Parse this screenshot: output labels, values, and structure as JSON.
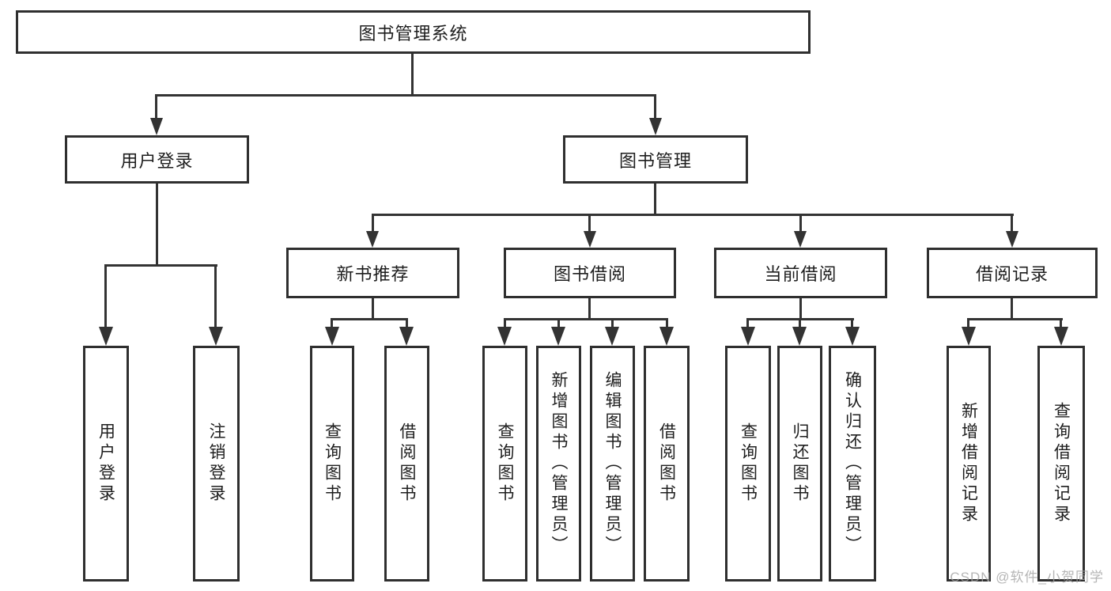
{
  "diagram": {
    "root": {
      "label": "图书管理系统"
    },
    "level2": {
      "user_login": {
        "label": "用户登录"
      },
      "book_mgmt": {
        "label": "图书管理"
      }
    },
    "level3": {
      "new_book_rec": {
        "label": "新书推荐"
      },
      "book_borrow": {
        "label": "图书借阅"
      },
      "current_borrow": {
        "label": "当前借阅"
      },
      "borrow_record": {
        "label": "借阅记录"
      }
    },
    "leaves": {
      "user_login": {
        "label": "用户登录"
      },
      "logout": {
        "label": "注销登录"
      },
      "rec_query_book": {
        "label": "查询图书"
      },
      "rec_borrow_book": {
        "label": "借阅图书"
      },
      "bb_query_book": {
        "label": "查询图书"
      },
      "bb_add_book": {
        "label": "新增图书（管理员）"
      },
      "bb_edit_book": {
        "label": "编辑图书（管理员）"
      },
      "bb_borrow_book": {
        "label": "借阅图书"
      },
      "cb_query_book": {
        "label": "查询图书"
      },
      "cb_return_book": {
        "label": "归还图书"
      },
      "cb_confirm_return": {
        "label": "确认归还（管理员）"
      },
      "br_add_record": {
        "label": "新增借阅记录"
      },
      "br_query_record": {
        "label": "查询借阅记录"
      }
    },
    "colors": {
      "line": "#333333",
      "text": "#1e1e1e",
      "background": "#ffffff",
      "watermark": "#a2a2a2"
    }
  },
  "watermark": {
    "text": "CSDN @软件_小贺同学"
  }
}
